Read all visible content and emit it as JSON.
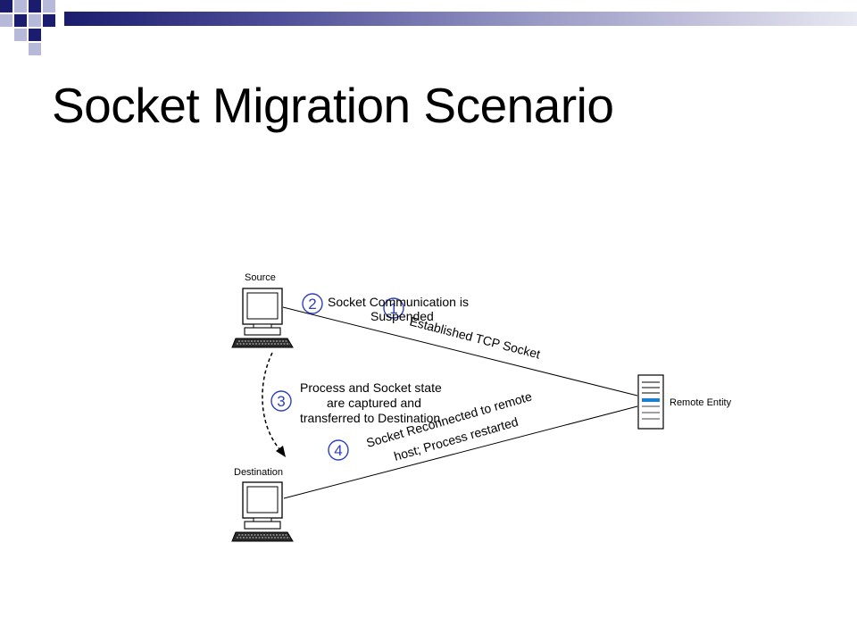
{
  "slide": {
    "title": "Socket Migration Scenario"
  },
  "colors": {
    "accent_dark": "#1c1c6e",
    "accent_light": "#9a9ac6",
    "step_number": "#2e3fbf"
  },
  "diagram": {
    "nodes": {
      "source": {
        "label": "Source",
        "icon": "desktop-computer-icon"
      },
      "destination": {
        "label": "Destination",
        "icon": "desktop-computer-icon"
      },
      "remote": {
        "label": "Remote Entity",
        "icon": "server-tower-icon"
      }
    },
    "steps": [
      {
        "number": "1",
        "text": [
          "Established TCP Socket"
        ]
      },
      {
        "number": "2",
        "text": [
          "Socket Communication is",
          "Suspended"
        ]
      },
      {
        "number": "3",
        "text": [
          "Process and Socket state",
          "are captured and",
          "transferred to Destination"
        ]
      },
      {
        "number": "4",
        "text": [
          "Socket Reconnected to remote",
          "host; Process restarted"
        ]
      }
    ]
  }
}
